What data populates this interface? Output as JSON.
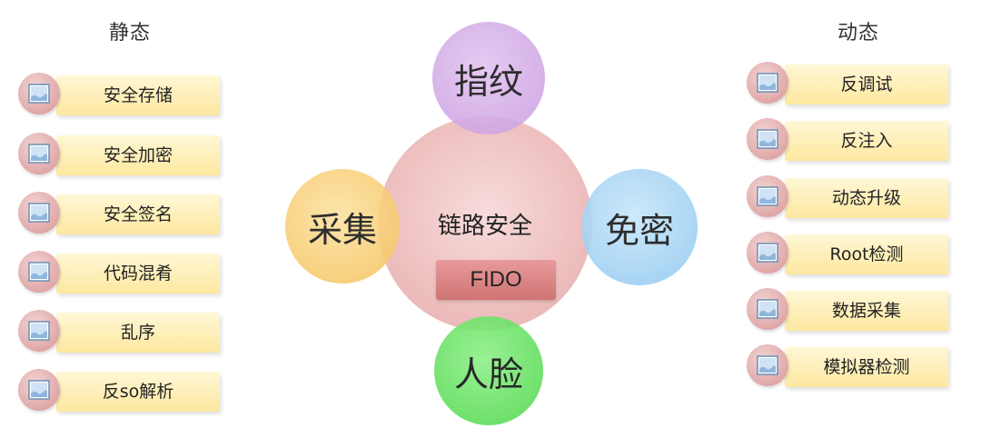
{
  "static": {
    "title": "静态",
    "items": [
      "安全存储",
      "安全加密",
      "安全签名",
      "代码混肴",
      "乱序",
      "反so解析"
    ]
  },
  "dynamic": {
    "title": "动态",
    "items": [
      "反调试",
      "反注入",
      "动态升级",
      "Root检测",
      "数据采集",
      "模拟器检测"
    ]
  },
  "center": {
    "title": "链路安全",
    "badge": "FIDO",
    "top": "指纹",
    "left": "采集",
    "right": "免密",
    "bottom": "人脸"
  },
  "colors": {
    "center": "#edbcbc",
    "top": "#c79be0",
    "left": "#f5c15a",
    "right": "#8cc7ef",
    "bottom": "#4fd64a",
    "item_bar": "#fde8a0",
    "item_badge": "#e0a8a8"
  },
  "icons": {
    "item_badge": "image-icon"
  }
}
